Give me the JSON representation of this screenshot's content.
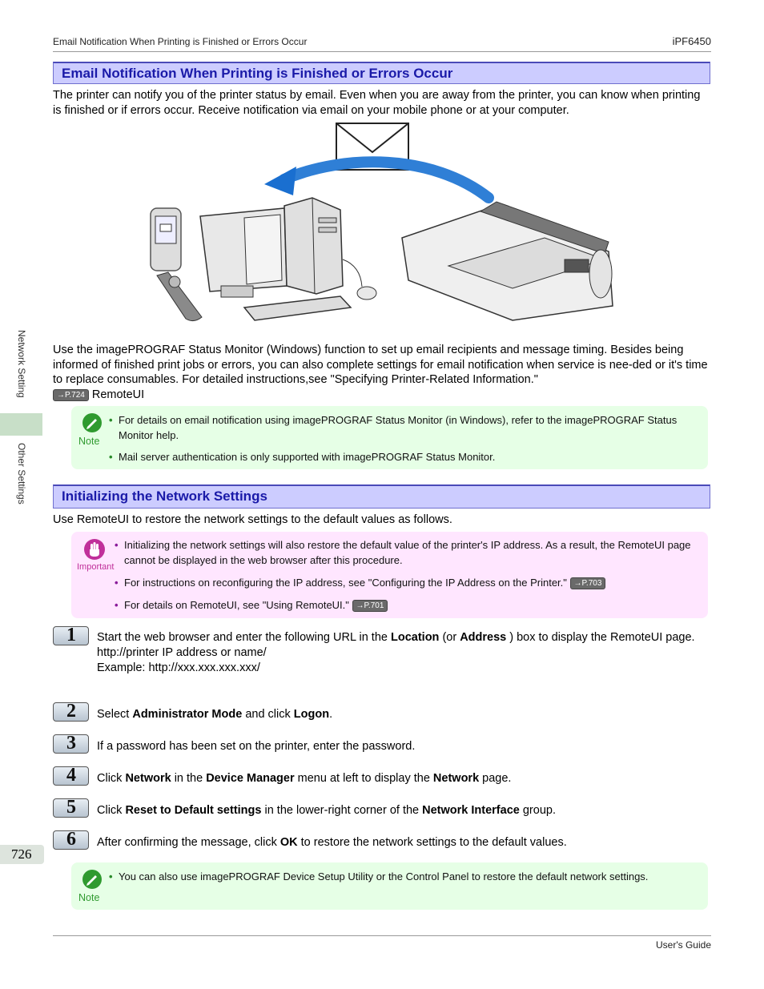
{
  "header": {
    "running_title": "Email Notification When Printing is Finished or Errors Occur",
    "model": "iPF6450"
  },
  "sidebar": {
    "tab_network": "Network Setting",
    "tab_other": "Other Settings",
    "page_number": "726"
  },
  "section1": {
    "title": "Email Notification When Printing is Finished or Errors Occur",
    "intro": "The printer can notify you of the printer status by email. Even when you are away from the printer, you can know when printing is finished or if errors occur. Receive notification via email on your mobile phone or at your computer.",
    "para1": "Use the imagePROGRAF Status Monitor (Windows) function to set up email recipients and message timing. Besides being informed of finished print jobs or errors, you can also complete settings for email notification when service is nee-ded or it's time to replace consumables. For detailed instructions,see \"Specifying Printer-Related Information.\"",
    "para1_ref": "→P.724",
    "para1_suffix": "RemoteUI",
    "note_label": "Note",
    "note_items": [
      "For details on email notification using imagePROGRAF Status Monitor (in Windows), refer to the imagePROGRAF Status Monitor help.",
      "Mail server authentication is only supported with imagePROGRAF Status Monitor."
    ]
  },
  "section2": {
    "title": "Initializing the Network Settings",
    "intro": "Use RemoteUI to restore the network settings to the default values as follows.",
    "important_label": "Important",
    "important_items": [
      "Initializing the network settings will also restore the default value of the printer's IP address. As a result, the RemoteUI page cannot be displayed in the web browser after this procedure.",
      "For instructions on reconfiguring the IP address, see \"Configuring the IP Address on the Printer.\"",
      "For details on RemoteUI, see \"Using RemoteUI.\""
    ],
    "important_refs": [
      "→P.703",
      "→P.701"
    ],
    "steps": [
      {
        "num": "1",
        "a": "Start the web browser and enter the following URL in the ",
        "b1": "Location",
        "c": " (or ",
        "b2": "Address",
        "d": " ) box to display the RemoteUI page.",
        "line2": "http://printer IP address or name/",
        "line3": "Example: http://xxx.xxx.xxx.xxx/"
      },
      {
        "num": "2",
        "a": "Select ",
        "b1": "Administrator Mode",
        "c": " and click ",
        "b2": "Logon",
        "d": "."
      },
      {
        "num": "3",
        "a": "If a password has been set on the printer, enter the password."
      },
      {
        "num": "4",
        "a": "Click ",
        "b1": "Network",
        "c": " in the ",
        "b2": "Device Manager",
        "d": " menu at left to display the ",
        "b3": "Network",
        "e": " page."
      },
      {
        "num": "5",
        "a": "Click ",
        "b1": "Reset to Default settings",
        "c": " in the lower-right corner of the ",
        "b2": "Network Interface",
        "d": " group."
      },
      {
        "num": "6",
        "a": "After confirming the message, click ",
        "b1": "OK",
        "c": " to restore the network settings to the default values."
      }
    ],
    "note_label": "Note",
    "note_items": [
      "You can also use imagePROGRAF Device Setup Utility or the Control Panel to restore the default network settings."
    ]
  },
  "footer": {
    "text": "User's Guide"
  },
  "colors": {
    "section_bg": "#ccccff",
    "section_title": "#1a1aa8",
    "note_bg": "#e6ffe6",
    "important_bg": "#ffe6ff"
  }
}
